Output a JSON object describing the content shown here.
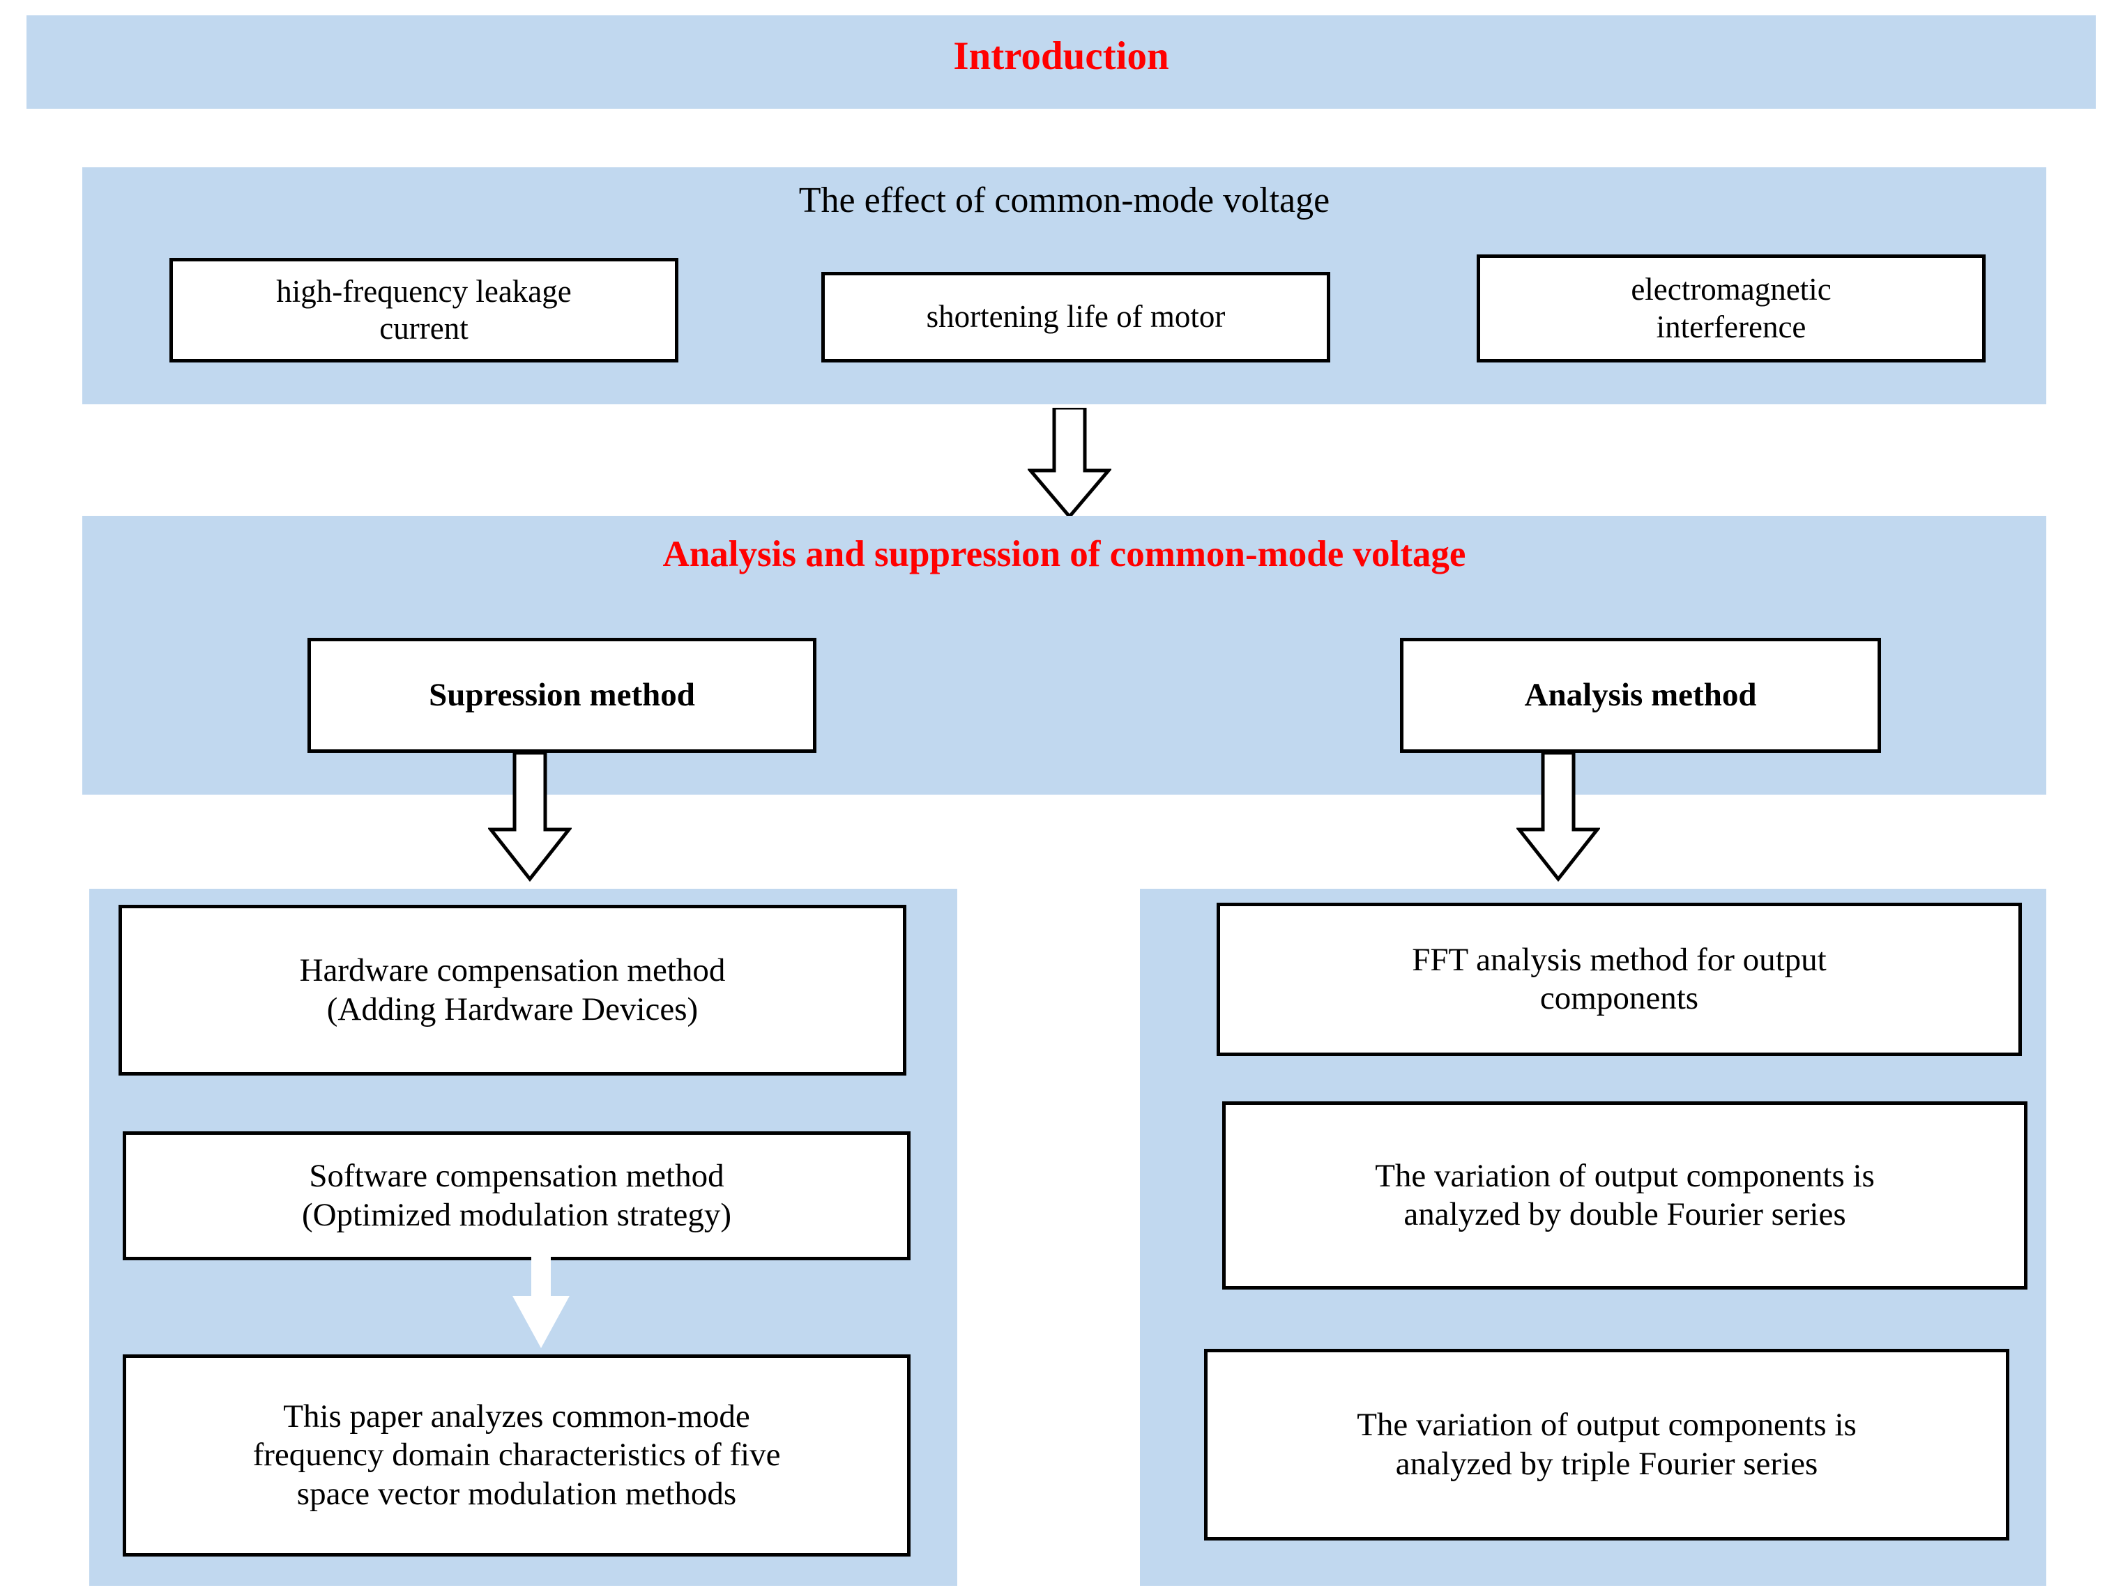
{
  "colors": {
    "panel_blue": "#c1d8ef",
    "title_red": "#ff0000",
    "box_border": "#000000",
    "box_fill": "#ffffff",
    "page_bg": "#ffffff"
  },
  "intro": {
    "title": "Introduction"
  },
  "effect": {
    "title": "The effect of common-mode voltage",
    "boxes": [
      {
        "line1": "high-frequency leakage",
        "line2": "current"
      },
      {
        "line1": "shortening  life of  motor",
        "line2": ""
      },
      {
        "line1": "electromagnetic",
        "line2": "interference"
      }
    ]
  },
  "analysis": {
    "title": "Analysis and suppression of common-mode voltage",
    "methods": [
      {
        "label": "Supression method"
      },
      {
        "label": "Analysis method"
      }
    ]
  },
  "suppression_column": {
    "boxes": [
      {
        "line1": "Hardware compensation method",
        "line2": "(Adding Hardware Devices)",
        "line3": ""
      },
      {
        "line1": "Software compensation method",
        "line2": "(Optimized modulation strategy)",
        "line3": ""
      },
      {
        "line1": "This paper analyzes  common-mode",
        "line2": "frequency domain characteristics of five",
        "line3": "space vector modulation methods"
      }
    ]
  },
  "analysis_column": {
    "boxes": [
      {
        "line1": "FFT analysis method for output",
        "line2": "components",
        "line3": ""
      },
      {
        "line1": "The variation of output components is",
        "line2": "analyzed by double Fourier series",
        "line3": ""
      },
      {
        "line1": "The variation of output components is",
        "line2": "analyzed by triple Fourier series",
        "line3": ""
      }
    ]
  },
  "arrows": {
    "effect_to_analysis": "down-block-arrow",
    "suppression_to_column": "down-block-arrow",
    "analysis_to_column": "down-block-arrow",
    "software_to_paper": "down-solid-white-arrow"
  }
}
